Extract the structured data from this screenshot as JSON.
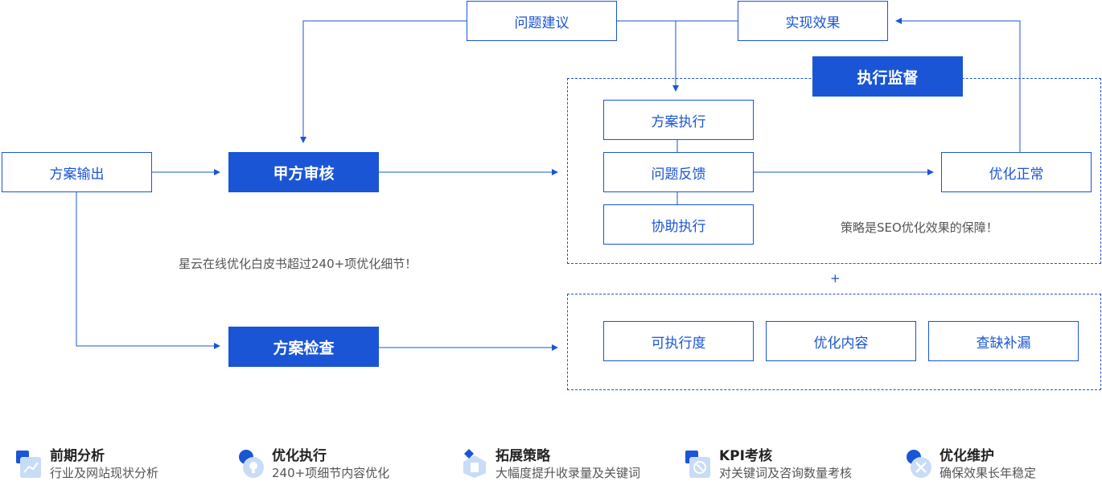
{
  "diagram": {
    "nodes": {
      "scheme_output": "方案输出",
      "client_review": "甲方审核",
      "scheme_check": "方案检查",
      "issue_suggestion": "问题建议",
      "achieve_effect": "实现效果",
      "execution_supervision": "执行监督",
      "scheme_execution": "方案执行",
      "issue_feedback": "问题反馈",
      "assist_execution": "协助执行",
      "optimize_normal": "优化正常",
      "executability": "可执行度",
      "optimize_content": "优化内容",
      "fill_gaps": "查缺补漏"
    },
    "notes": {
      "whitepaper": "星云在线优化白皮书超过240+项优化细节！",
      "guarantee": "策略是SEO优化效果的保障！",
      "plus": "+"
    }
  },
  "features": [
    {
      "title": "前期分析",
      "desc": "行业及网站现状分析",
      "icon": "chart-icon"
    },
    {
      "title": "优化执行",
      "desc": "240+项细节内容优化",
      "icon": "lightbulb-icon"
    },
    {
      "title": "拓展策略",
      "desc": "大幅度提升收录量及关键词",
      "icon": "document-icon"
    },
    {
      "title": "KPI考核",
      "desc": "对关键词及咨询数量考核",
      "icon": "compass-icon"
    },
    {
      "title": "优化维护",
      "desc": "确保效果长年稳定",
      "icon": "wrench-icon"
    }
  ],
  "colors": {
    "accent": "#1a55d6",
    "icon_light": "#c9dcf7"
  }
}
